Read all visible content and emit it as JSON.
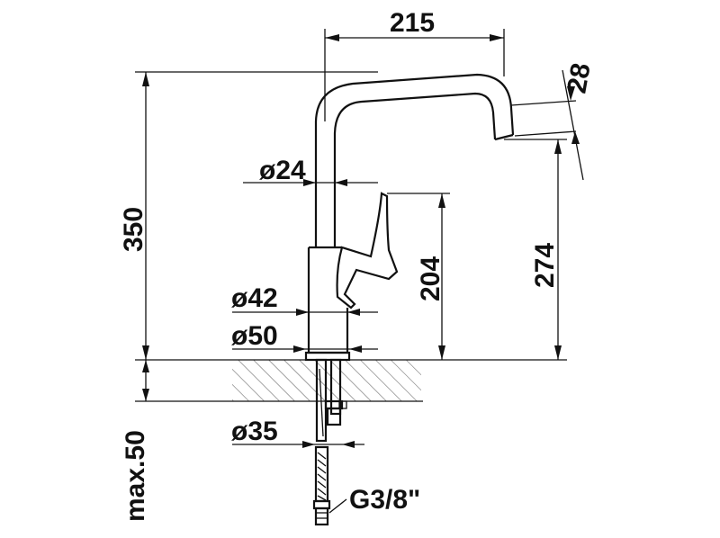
{
  "dimensions": {
    "spout_reach": "215",
    "total_height": "350",
    "spout_outlet": "28",
    "spout_pipe_diameter": "ø24",
    "lever_height": "204",
    "outlet_height": "274",
    "body_diameter_upper": "ø42",
    "body_diameter_base": "ø50",
    "mounting_hole": "ø35",
    "max_counter_thickness": "max.50",
    "connection_thread": "G3/8\""
  }
}
